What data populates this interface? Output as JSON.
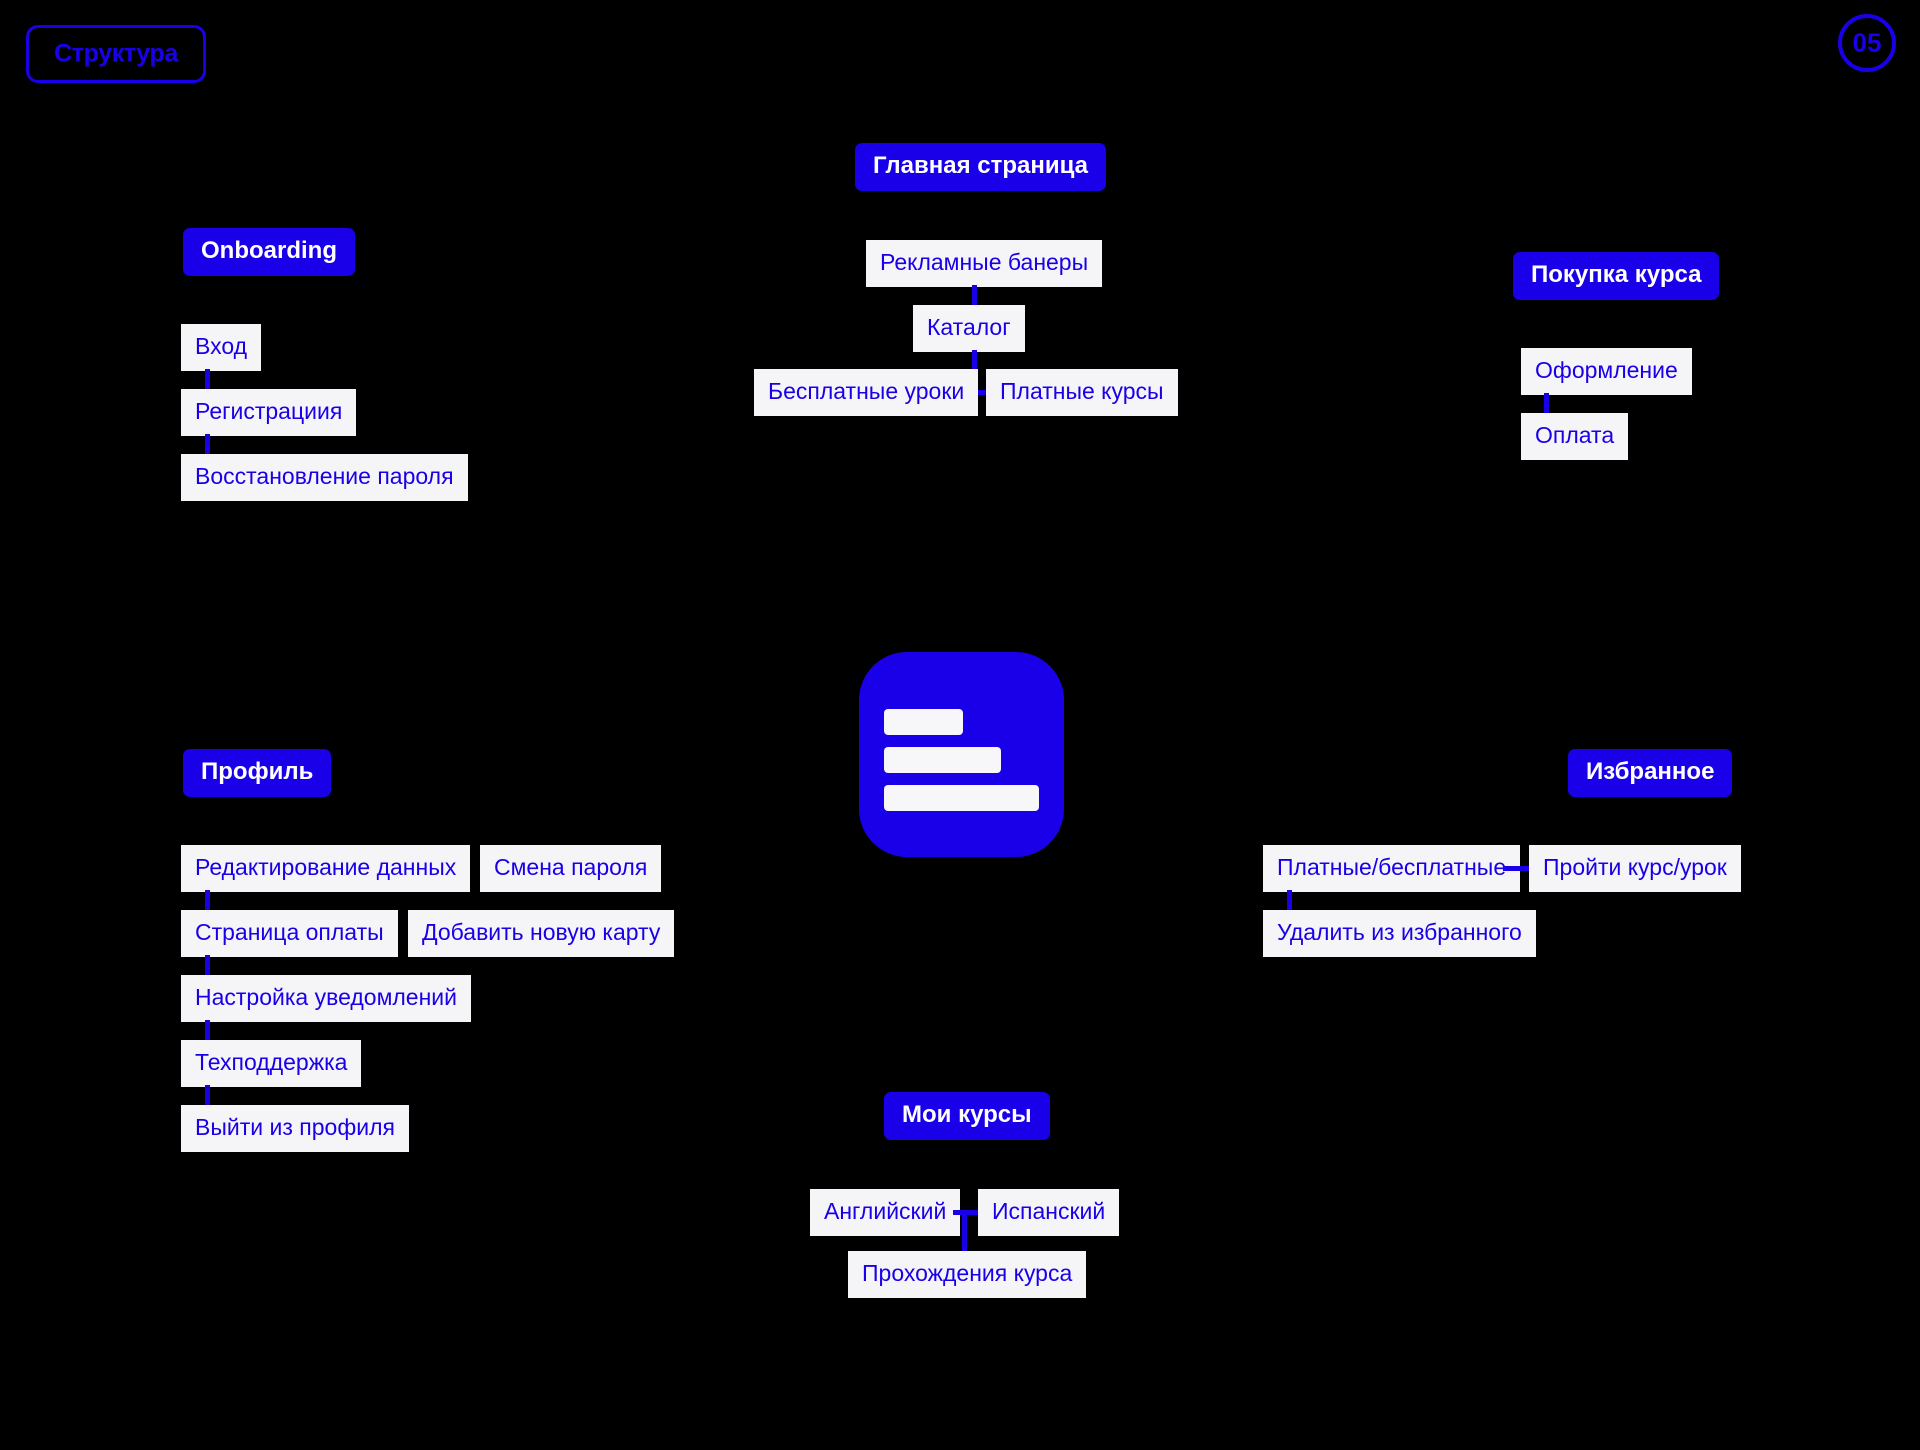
{
  "page": {
    "title": "Структура",
    "number_badge": "05",
    "background_color": "#000000",
    "accent_color": "#1a00e8",
    "node_bg_color": "#f5f5f7"
  },
  "logo": {
    "name": "app-logo",
    "bars": 3
  },
  "groups": [
    {
      "id": "onboarding",
      "header": "Onboarding",
      "nodes": [
        {
          "label": "Вход"
        },
        {
          "label": "Регистрациия"
        },
        {
          "label": "Восстановление пароля"
        }
      ]
    },
    {
      "id": "main-page",
      "header": "Главная страница",
      "nodes": [
        {
          "label": "Рекламные банеры"
        },
        {
          "label": "Каталог"
        },
        {
          "label": "Бесплатные уроки"
        },
        {
          "label": "Платные курсы"
        }
      ]
    },
    {
      "id": "course-purchase",
      "header": "Покупка курса",
      "nodes": [
        {
          "label": "Оформление"
        },
        {
          "label": "Оплата"
        }
      ]
    },
    {
      "id": "profile",
      "header": "Профиль",
      "nodes": [
        {
          "label": "Редактирование данных"
        },
        {
          "label": "Смена пароля"
        },
        {
          "label": "Страница оплаты"
        },
        {
          "label": "Добавить новую карту"
        },
        {
          "label": "Настройка уведомлений"
        },
        {
          "label": "Техподдержка"
        },
        {
          "label": "Выйти из профиля"
        }
      ]
    },
    {
      "id": "favorites",
      "header": "Избранное",
      "nodes": [
        {
          "label": "Платные/бесплатные"
        },
        {
          "label": "Пройти курс/урок"
        },
        {
          "label": "Удалить из избранного"
        }
      ]
    },
    {
      "id": "my-courses",
      "header": "Мои курсы",
      "nodes": [
        {
          "label": "Английский"
        },
        {
          "label": "Испанский"
        },
        {
          "label": "Прохождения курса"
        }
      ]
    }
  ]
}
